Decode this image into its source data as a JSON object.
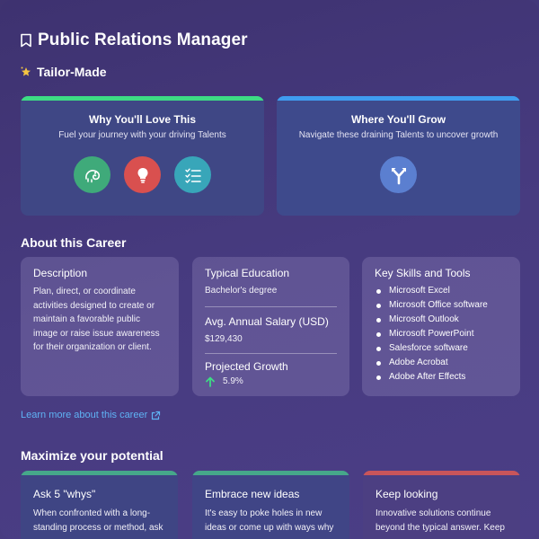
{
  "header": {
    "title": "Public Relations Manager",
    "subtitle": "Tailor-Made",
    "bookmark_icon": "bookmark-icon",
    "subtitle_icon": "sparkle-star-icon"
  },
  "panels": {
    "love": {
      "title": "Why You'll Love This",
      "description": "Fuel your journey with your driving Talents",
      "accent": "#3ddc84",
      "icons": [
        {
          "name": "chameleon-icon",
          "color": "#3faa7a"
        },
        {
          "name": "lightbulb-icon",
          "color": "#d9504f"
        },
        {
          "name": "checklist-icon",
          "color": "#38a6b9"
        }
      ]
    },
    "grow": {
      "title": "Where You'll Grow",
      "description": "Navigate these draining Talents to uncover growth",
      "accent": "#3f9cf0",
      "icons": [
        {
          "name": "merge-arrows-icon",
          "color": "#5b7fd0"
        }
      ]
    }
  },
  "about": {
    "section_title": "About this Career",
    "description": {
      "heading": "Description",
      "text": "Plan, direct, or coordinate activities designed to create or maintain a favorable public image or raise issue awareness for their organization or client."
    },
    "education": {
      "heading": "Typical Education",
      "value": "Bachelor's degree"
    },
    "salary": {
      "heading": "Avg. Annual Salary (USD)",
      "value": "$129,430"
    },
    "growth": {
      "heading": "Projected Growth",
      "value": "5.9%",
      "arrow_color": "#3ddc84"
    },
    "skills": {
      "heading": "Key Skills and Tools",
      "items": [
        "Microsoft Excel",
        "Microsoft Office software",
        "Microsoft Outlook",
        "Microsoft PowerPoint",
        "Salesforce software",
        "Adobe Acrobat",
        "Adobe After Effects"
      ]
    },
    "learn_more": "Learn more about this career"
  },
  "potential": {
    "section_title": "Maximize your potential",
    "cards": [
      {
        "title": "Ask 5 \"whys\"",
        "text": "When confronted with a long-standing process or method, ask",
        "accent": "#46a88a"
      },
      {
        "title": "Embrace new ideas",
        "text": "It's easy to poke holes in new ideas or come up with ways why",
        "accent": "#46a88a"
      },
      {
        "title": "Keep looking",
        "text": "Innovative solutions continue beyond the typical answer. Keep",
        "accent": "#c9555a"
      }
    ]
  }
}
